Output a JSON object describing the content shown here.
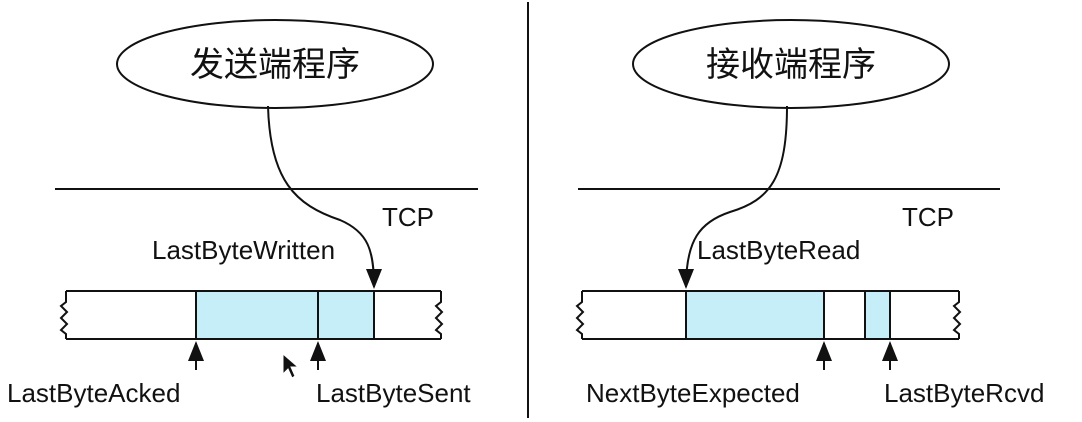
{
  "colors": {
    "background": "#ffffff",
    "ink": "#111111",
    "buffer_fill": "#c6eef8"
  },
  "sender": {
    "program_label": "发送端程序",
    "layer_label": "TCP",
    "pointer_written": "LastByteWritten",
    "pointer_acked": "LastByteAcked",
    "pointer_sent": "LastByteSent"
  },
  "receiver": {
    "program_label": "接收端程序",
    "layer_label": "TCP",
    "pointer_read": "LastByteRead",
    "pointer_expected": "NextByteExpected",
    "pointer_rcvd": "LastByteRcvd"
  },
  "cursor": {
    "icon": "mouse-pointer-icon"
  }
}
